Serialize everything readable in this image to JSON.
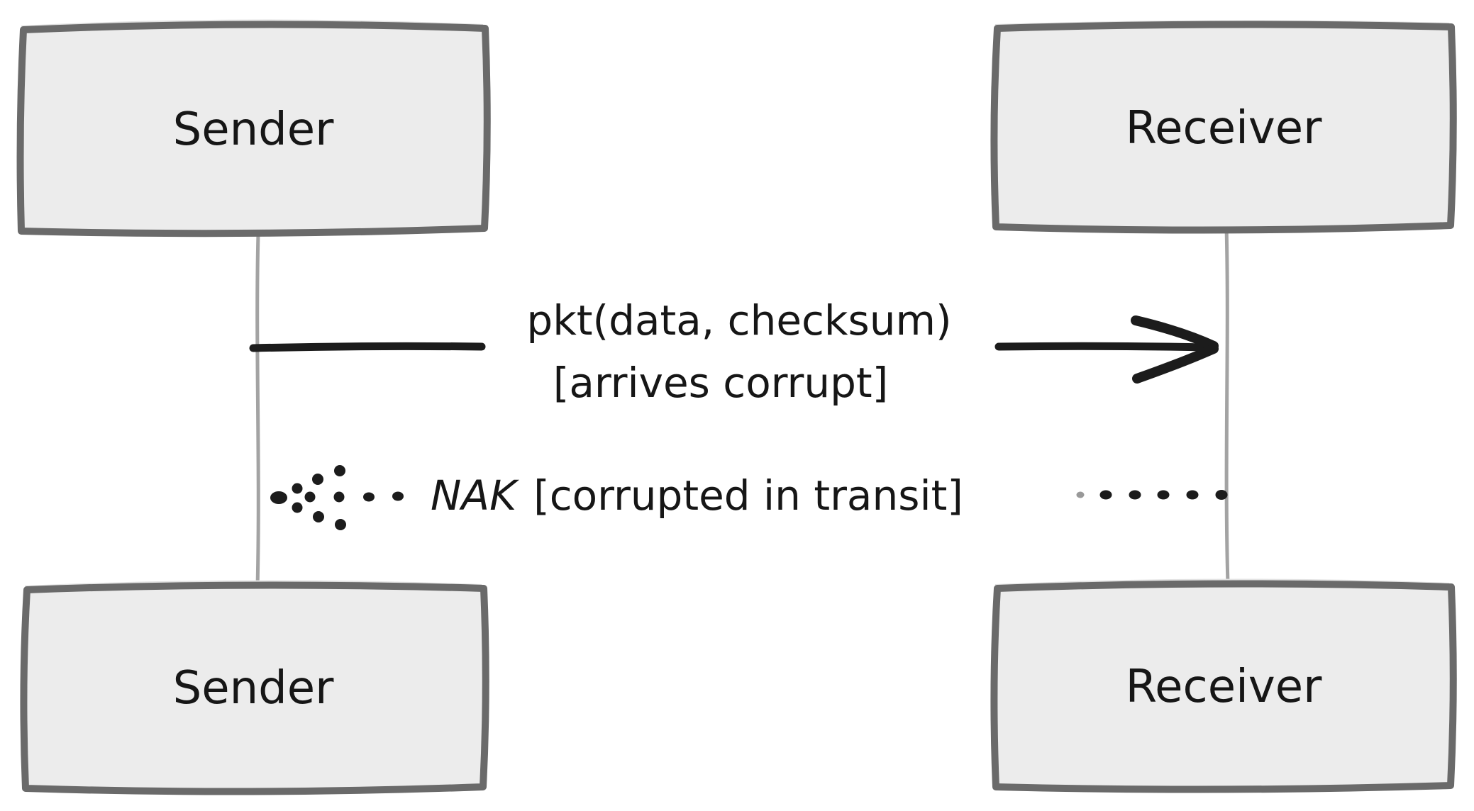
{
  "diagram": {
    "type": "sequence-diagram",
    "actors": {
      "sender_top": "Sender",
      "receiver_top": "Receiver",
      "sender_bottom": "Sender",
      "receiver_bottom": "Receiver"
    },
    "messages": {
      "pkt": {
        "line1": "pkt(data, checksum)",
        "line2": "[arrives corrupt]",
        "from": "Sender",
        "to": "Receiver",
        "line_style": "solid",
        "arrowhead": "solid-right"
      },
      "nak": {
        "name": "NAK",
        "condition": "[corrupted in transit]",
        "from": "Receiver",
        "to": "Sender",
        "line_style": "dotted",
        "arrowhead": "scattered-dots-left (corrupted)"
      }
    },
    "colors": {
      "background": "#ffffff",
      "box_fill": "#ececec",
      "box_stroke": "#6a6a6a",
      "lifeline": "#a3a3a3",
      "ink": "#1c1c1c"
    }
  }
}
